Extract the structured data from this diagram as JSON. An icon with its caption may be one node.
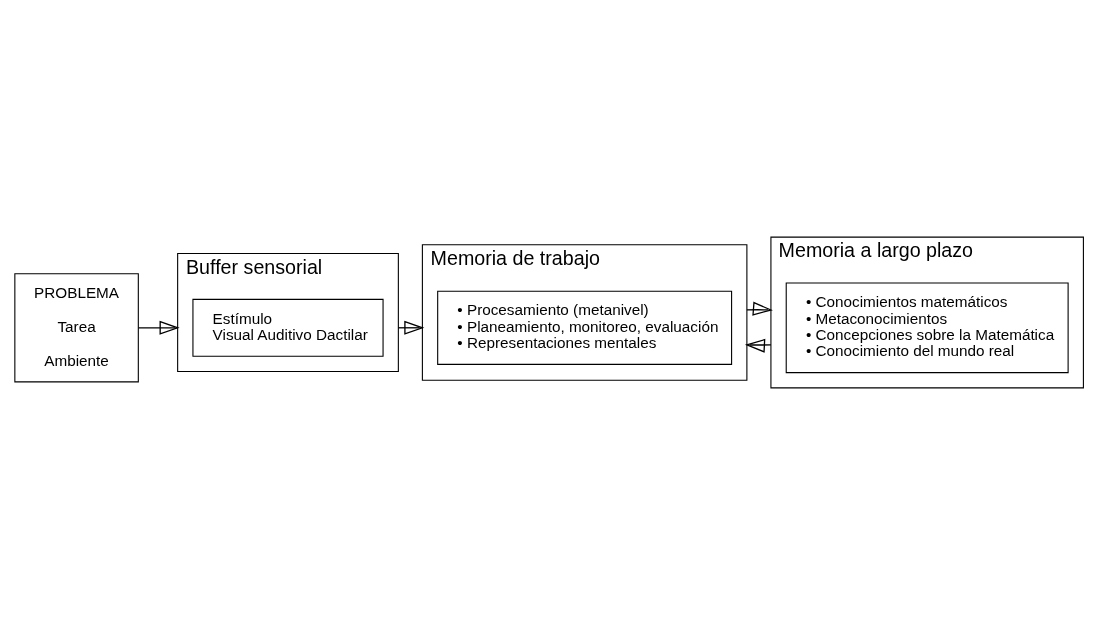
{
  "diagram": {
    "nodes": [
      {
        "text": [
          "PROBLEMA",
          "Tarea",
          "Ambiente"
        ]
      },
      {
        "text": [
          "Buffer sensorial"
        ]
      },
      {
        "text": [
          "Estímulo",
          "Visual Auditivo Dactilar"
        ],
        "in": 1
      },
      {
        "text": [
          "Memoria de trabajo"
        ]
      },
      {
        "text": [
          "• Procesamiento (metanivel)",
          "• Planeamiento, monitoreo, evaluación",
          "• Representaciones mentales"
        ],
        "in": 3
      },
      {
        "text": [
          "Memoria a largo plazo"
        ]
      },
      {
        "text": [
          "• Conocimientos matemáticos",
          "• Metaconocimientos",
          "• Concepciones sobre la Matemática",
          "• Conocimiento del mundo real"
        ],
        "in": 5
      }
    ],
    "edges": [
      {
        "from": 0,
        "to": 1,
        "arrow": "to"
      },
      {
        "from": 1,
        "to": 3,
        "arrow": "to"
      },
      {
        "from": 3,
        "to": 5,
        "arrow": "to"
      },
      {
        "from": 5,
        "to": 3,
        "arrow": "to"
      }
    ]
  }
}
